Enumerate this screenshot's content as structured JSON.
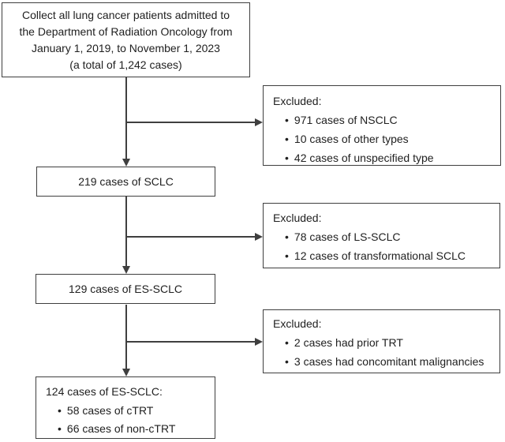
{
  "glyphs": {
    "bullet": "•"
  },
  "colors": {
    "line": "#3f3f3f",
    "text": "#212121",
    "background": "#ffffff"
  },
  "flow": {
    "top_box": {
      "lines": [
        "Collect all lung cancer patients admitted to",
        "the Department of Radiation Oncology from",
        "January 1, 2019, to November 1, 2023",
        "(a total of 1,242 cases)"
      ]
    },
    "sclc_box": {
      "label": "219 cases of SCLC"
    },
    "es_sclc_box": {
      "label": "129 cases of ES-SCLC"
    },
    "final_box": {
      "title": "124 cases of ES-SCLC:",
      "items": [
        "58 cases of cTRT",
        "66 cases of non-cTRT"
      ]
    },
    "excluded_1": {
      "title": "Excluded:",
      "items": [
        "971 cases of NSCLC",
        "10 cases of other types",
        "42 cases of unspecified type"
      ]
    },
    "excluded_2": {
      "title": "Excluded:",
      "items": [
        "78 cases of LS-SCLC",
        "12 cases of transformational SCLC"
      ]
    },
    "excluded_3": {
      "title": "Excluded:",
      "items": [
        "2 cases had prior TRT",
        "3 cases had concomitant malignancies"
      ]
    }
  }
}
